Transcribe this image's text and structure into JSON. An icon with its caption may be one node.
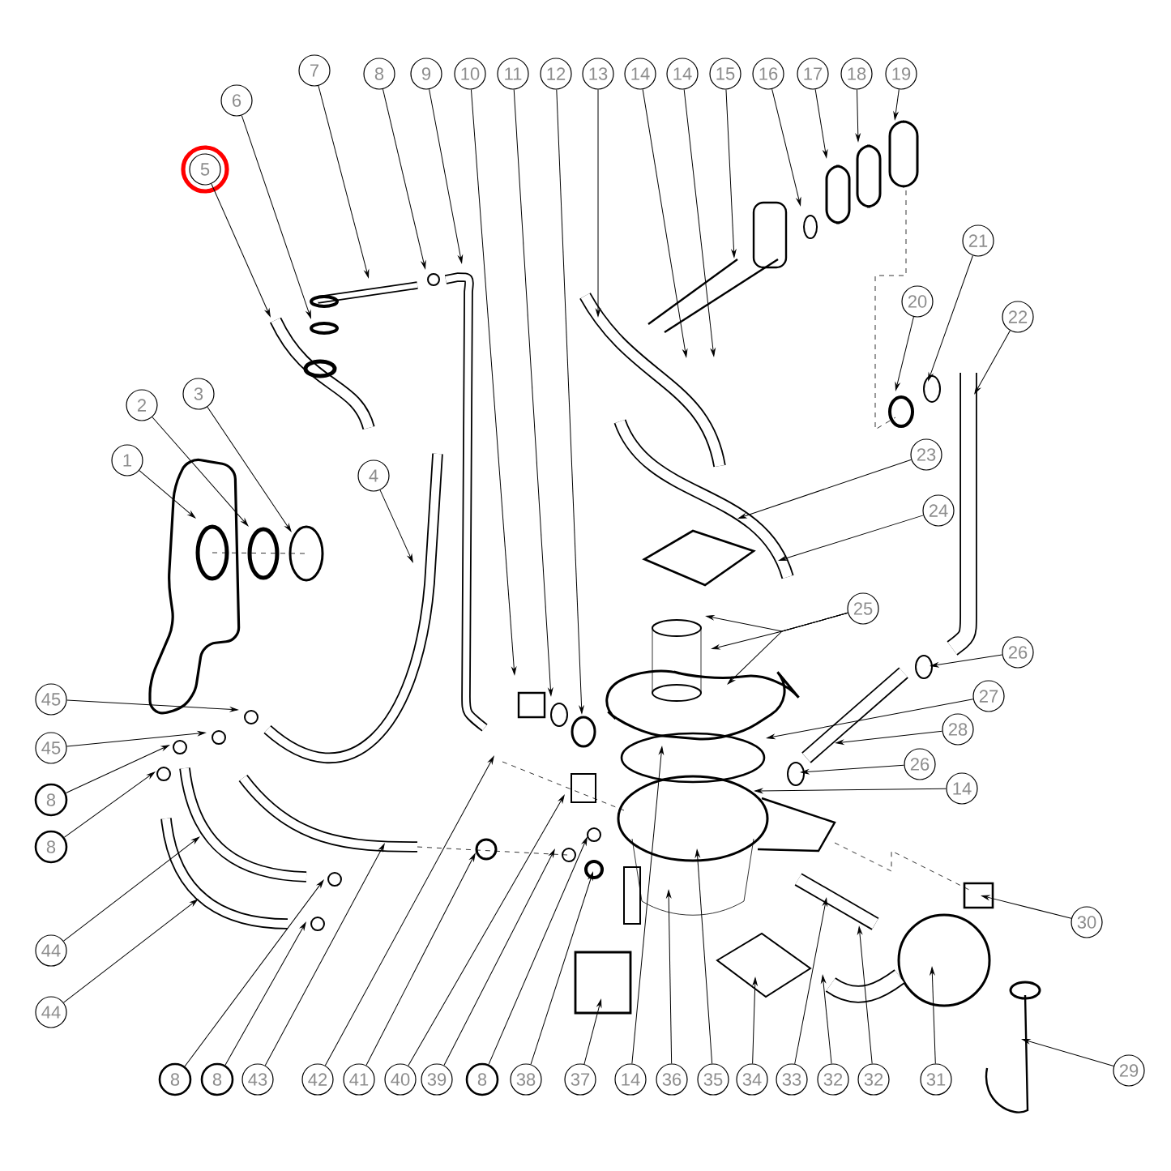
{
  "diagram": {
    "nodes": [
      {
        "text": [
          "7"
        ]
      },
      {
        "text": [
          "8"
        ]
      },
      {
        "text": [
          "9"
        ]
      },
      {
        "text": [
          "10"
        ]
      },
      {
        "text": [
          "11"
        ]
      },
      {
        "text": [
          "12"
        ]
      },
      {
        "text": [
          "13"
        ]
      },
      {
        "text": [
          "14"
        ]
      },
      {
        "text": [
          "14"
        ]
      },
      {
        "text": [
          "15"
        ]
      },
      {
        "text": [
          "16"
        ]
      },
      {
        "text": [
          "17"
        ]
      },
      {
        "text": [
          "18"
        ]
      },
      {
        "text": [
          "19"
        ]
      },
      {
        "text": [
          "6"
        ]
      },
      {
        "text": [
          "5"
        ]
      },
      {
        "text": [
          "21"
        ]
      },
      {
        "text": [
          "20"
        ]
      },
      {
        "text": [
          "22"
        ]
      },
      {
        "text": [
          "3"
        ]
      },
      {
        "text": [
          "2"
        ]
      },
      {
        "text": [
          "23"
        ]
      },
      {
        "text": [
          "1"
        ]
      },
      {
        "text": [
          "4"
        ]
      },
      {
        "text": [
          "24"
        ]
      },
      {
        "text": [
          "25"
        ]
      },
      {
        "text": [
          "26"
        ]
      },
      {
        "text": [
          "27"
        ]
      },
      {
        "text": [
          "45"
        ]
      },
      {
        "text": [
          "28"
        ]
      },
      {
        "text": [
          "45"
        ]
      },
      {
        "text": [
          "26"
        ]
      },
      {
        "text": [
          "14"
        ]
      },
      {
        "text": [
          "8"
        ]
      },
      {
        "text": [
          "8"
        ]
      },
      {
        "text": [
          "30"
        ]
      },
      {
        "text": [
          "44"
        ]
      },
      {
        "text": [
          "44"
        ]
      },
      {
        "text": [
          "29"
        ]
      },
      {
        "text": [
          "8"
        ]
      },
      {
        "text": [
          "8"
        ]
      },
      {
        "text": [
          "43"
        ]
      },
      {
        "text": [
          "42"
        ]
      },
      {
        "text": [
          "41"
        ]
      },
      {
        "text": [
          "40"
        ]
      },
      {
        "text": [
          "39"
        ]
      },
      {
        "text": [
          "8"
        ]
      },
      {
        "text": [
          "38"
        ]
      },
      {
        "text": [
          "37"
        ]
      },
      {
        "text": [
          "14"
        ]
      },
      {
        "text": [
          "36"
        ]
      },
      {
        "text": [
          "35"
        ]
      },
      {
        "text": [
          "34"
        ]
      },
      {
        "text": [
          "33"
        ]
      },
      {
        "text": [
          "32"
        ]
      },
      {
        "text": [
          "32"
        ]
      },
      {
        "text": [
          "31"
        ]
      }
    ],
    "edges": [
      {
        "from": 0,
        "to": null,
        "arrow": "to"
      },
      {
        "from": 1,
        "to": null,
        "arrow": "to"
      },
      {
        "from": 2,
        "to": null,
        "arrow": "to"
      },
      {
        "from": 3,
        "to": null,
        "arrow": "to"
      },
      {
        "from": 4,
        "to": null,
        "arrow": "to"
      },
      {
        "from": 5,
        "to": null,
        "arrow": "to"
      },
      {
        "from": 6,
        "to": null,
        "arrow": "to"
      },
      {
        "from": 7,
        "to": null,
        "arrow": "to"
      },
      {
        "from": 8,
        "to": null,
        "arrow": "to"
      },
      {
        "from": 9,
        "to": null,
        "arrow": "to"
      },
      {
        "from": 10,
        "to": null,
        "arrow": "to"
      },
      {
        "from": 11,
        "to": null,
        "arrow": "to"
      },
      {
        "from": 12,
        "to": null,
        "arrow": "to"
      },
      {
        "from": 13,
        "to": null,
        "arrow": "to"
      },
      {
        "from": 14,
        "to": null,
        "arrow": "to"
      },
      {
        "from": 15,
        "to": null,
        "arrow": "to"
      },
      {
        "from": 16,
        "to": null,
        "arrow": "to"
      },
      {
        "from": 17,
        "to": null,
        "arrow": "to"
      },
      {
        "from": 18,
        "to": null,
        "arrow": "to"
      },
      {
        "from": 19,
        "to": null,
        "arrow": "to"
      },
      {
        "from": 20,
        "to": null,
        "arrow": "to"
      },
      {
        "from": 21,
        "to": null,
        "arrow": "to"
      },
      {
        "from": 22,
        "to": null,
        "arrow": "to"
      },
      {
        "from": 23,
        "to": null,
        "arrow": "to"
      },
      {
        "from": 24,
        "to": null,
        "arrow": "to"
      },
      {
        "from": 25,
        "to": null,
        "arrow": "to"
      },
      {
        "from": 25,
        "to": null,
        "arrow": "to"
      },
      {
        "from": 25,
        "to": null,
        "arrow": "to"
      },
      {
        "from": 26,
        "to": null,
        "arrow": "to"
      },
      {
        "from": 27,
        "to": null,
        "arrow": "to"
      },
      {
        "from": 28,
        "to": null,
        "arrow": "to"
      },
      {
        "from": 29,
        "to": null,
        "arrow": "to"
      },
      {
        "from": 30,
        "to": null,
        "arrow": "to"
      },
      {
        "from": 31,
        "to": null,
        "arrow": "to"
      },
      {
        "from": 32,
        "to": null,
        "arrow": "to"
      },
      {
        "from": 33,
        "to": null,
        "arrow": "to"
      },
      {
        "from": 34,
        "to": null,
        "arrow": "to"
      },
      {
        "from": 35,
        "to": null,
        "arrow": "to"
      },
      {
        "from": 36,
        "to": null,
        "arrow": "to"
      },
      {
        "from": 37,
        "to": null,
        "arrow": "to"
      },
      {
        "from": 38,
        "to": null,
        "arrow": "to"
      },
      {
        "from": 39,
        "to": null,
        "arrow": "to"
      },
      {
        "from": 40,
        "to": null,
        "arrow": "to"
      },
      {
        "from": 41,
        "to": null,
        "arrow": "to"
      },
      {
        "from": 42,
        "to": null,
        "arrow": "to"
      },
      {
        "from": 43,
        "to": null,
        "arrow": "to"
      },
      {
        "from": 44,
        "to": null,
        "arrow": "to"
      },
      {
        "from": 45,
        "to": null,
        "arrow": "to"
      },
      {
        "from": 46,
        "to": null,
        "arrow": "to"
      },
      {
        "from": 47,
        "to": null,
        "arrow": "to"
      },
      {
        "from": 48,
        "to": null,
        "arrow": "to"
      },
      {
        "from": 49,
        "to": null,
        "arrow": "to"
      },
      {
        "from": 50,
        "to": null,
        "arrow": "to"
      },
      {
        "from": 51,
        "to": null,
        "arrow": "to"
      },
      {
        "from": 52,
        "to": null,
        "arrow": "to"
      },
      {
        "from": 53,
        "to": null,
        "arrow": "to"
      },
      {
        "from": 54,
        "to": null,
        "arrow": "to"
      },
      {
        "from": 55,
        "to": null,
        "arrow": "to"
      },
      {
        "from": 56,
        "to": null,
        "arrow": "to"
      }
    ]
  }
}
